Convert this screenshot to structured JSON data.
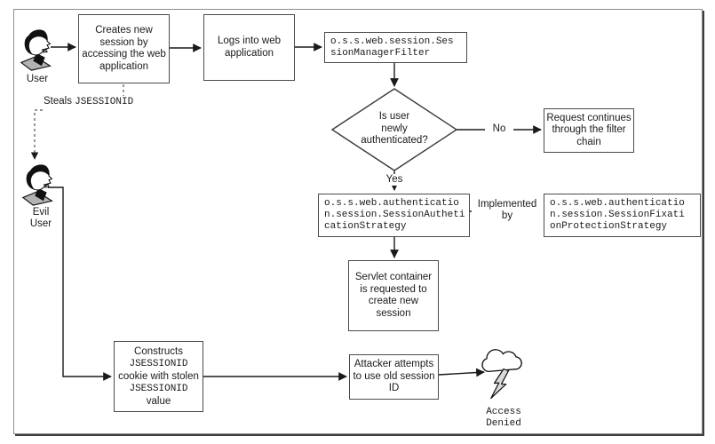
{
  "actors": {
    "user": {
      "label": "User"
    },
    "evil_user": {
      "label": "Evil\nUser"
    }
  },
  "nodes": {
    "creates_session": {
      "text": "Creates new\nsession by\naccessing the web\napplication"
    },
    "logs_in": {
      "text": "Logs into web\napplication"
    },
    "session_manager_filter": {
      "text": "o.s.s.web.session.Ses\nsionManagerFilter"
    },
    "decision_newly_authenticated": {
      "text": "Is user\nnewly\nauthenticated?"
    },
    "request_continues": {
      "text": "Request continues\nthrough the filter\nchain"
    },
    "session_authentication_strategy": {
      "text": "o.s.s.web.authenticatio\nn.session.SessionAutheti\ncationStrategy"
    },
    "session_fixation_protection_strategy": {
      "text": "o.s.s.web.authenticatio\nn.session.SessionFixati\nonProtectionStrategy"
    },
    "servlet_container": {
      "text": "Servlet container\nis requested to\ncreate new\nsession"
    },
    "constructs_cookie": {
      "line1": "Constructs",
      "line2": "JSESSIONID",
      "line3": "cookie with stolen",
      "line4": "JSESSIONID",
      "line5": "value"
    },
    "attacker_attempts": {
      "text": "Attacker attempts\nto use old session\nID"
    }
  },
  "edge_labels": {
    "no": "No",
    "yes": "Yes",
    "implemented_by": "Implemented\nby",
    "steals_prefix": "Steals ",
    "steals_code": "JSESSIONID",
    "access_denied": "Access\nDenied"
  },
  "icons": {
    "user": "person-head-icon",
    "evil_user": "person-head-icon",
    "access_denied": "storm-cloud-lightning-icon"
  },
  "colors": {
    "line": "#1a1a1a",
    "box_border": "#4a4a4a",
    "frame": "#8c8c8c",
    "frame_shadow": "#3d3d3d",
    "collar_gray": "#b3b3b3",
    "bolt_gray": "#d9d9d9"
  }
}
